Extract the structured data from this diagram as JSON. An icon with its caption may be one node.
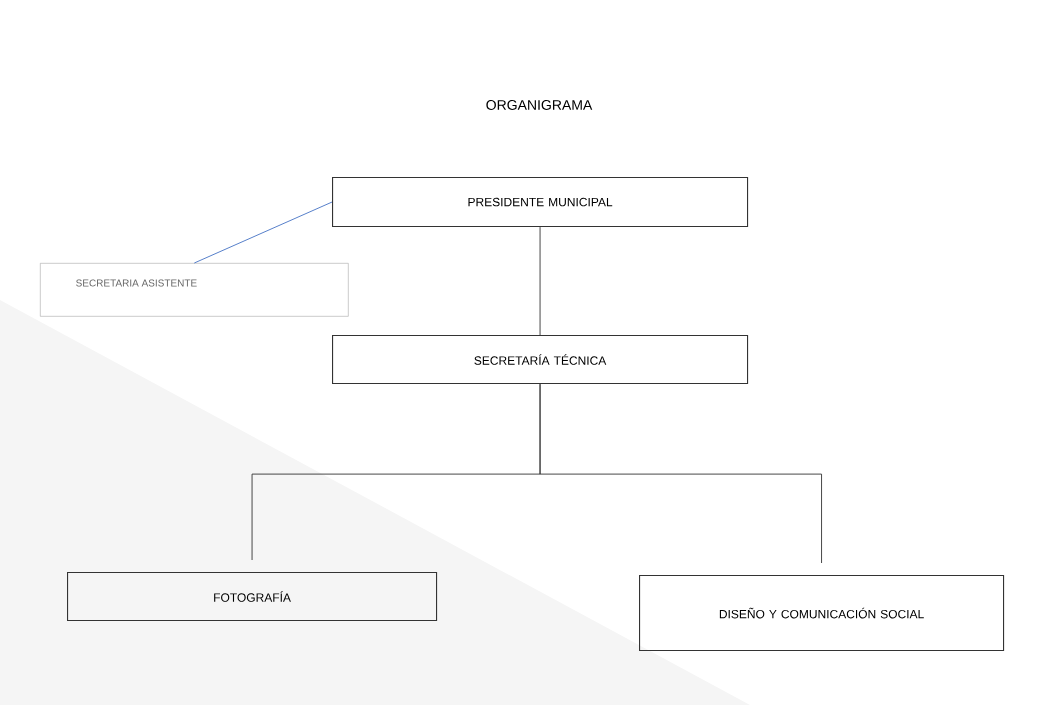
{
  "diagram": {
    "title": "ORGANIGRAMA",
    "nodes": [
      {
        "text": [
          "PRESIDENTE MUNICIPAL"
        ]
      },
      {
        "text": [
          "SECRETARIA ASISTENTE"
        ]
      },
      {
        "text": [
          "SECRETARÍA TÉCNICA"
        ]
      },
      {
        "text": [
          "FOTOGRAFÍA"
        ]
      },
      {
        "text": [
          "DISEÑO Y COMUNICACIÓN SOCIAL"
        ]
      }
    ],
    "edges": [
      {
        "from": 0,
        "to": 2,
        "arrow": "none"
      },
      {
        "from": 1,
        "to": 0,
        "arrow": "none",
        "color": "#4472c4"
      },
      {
        "from": 2,
        "to": 3,
        "arrow": "none"
      },
      {
        "from": 2,
        "to": 4,
        "arrow": "none"
      }
    ]
  }
}
